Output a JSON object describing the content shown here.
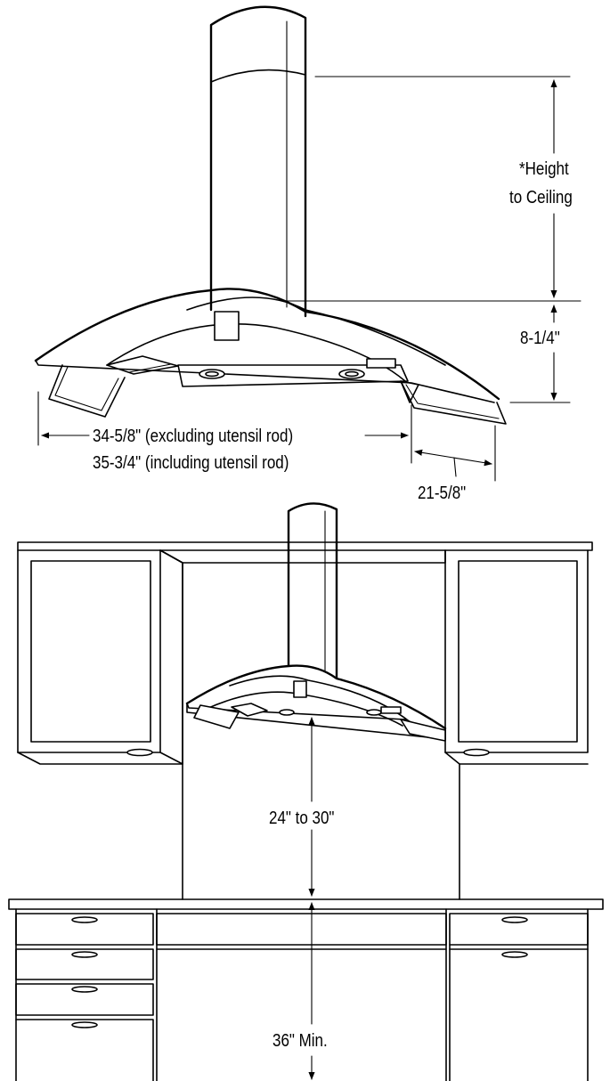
{
  "labels": {
    "height_line1": "*Height",
    "height_line2": "to Ceiling",
    "hood_height": "8-1/4\"",
    "width_excluding": "34-5/8\" (excluding utensil rod)",
    "width_including": "35-3/4\" (including utensil rod)",
    "depth": "21-5/8\"",
    "mount_height": "24\" to 30\"",
    "counter_height": "36\" Min."
  }
}
